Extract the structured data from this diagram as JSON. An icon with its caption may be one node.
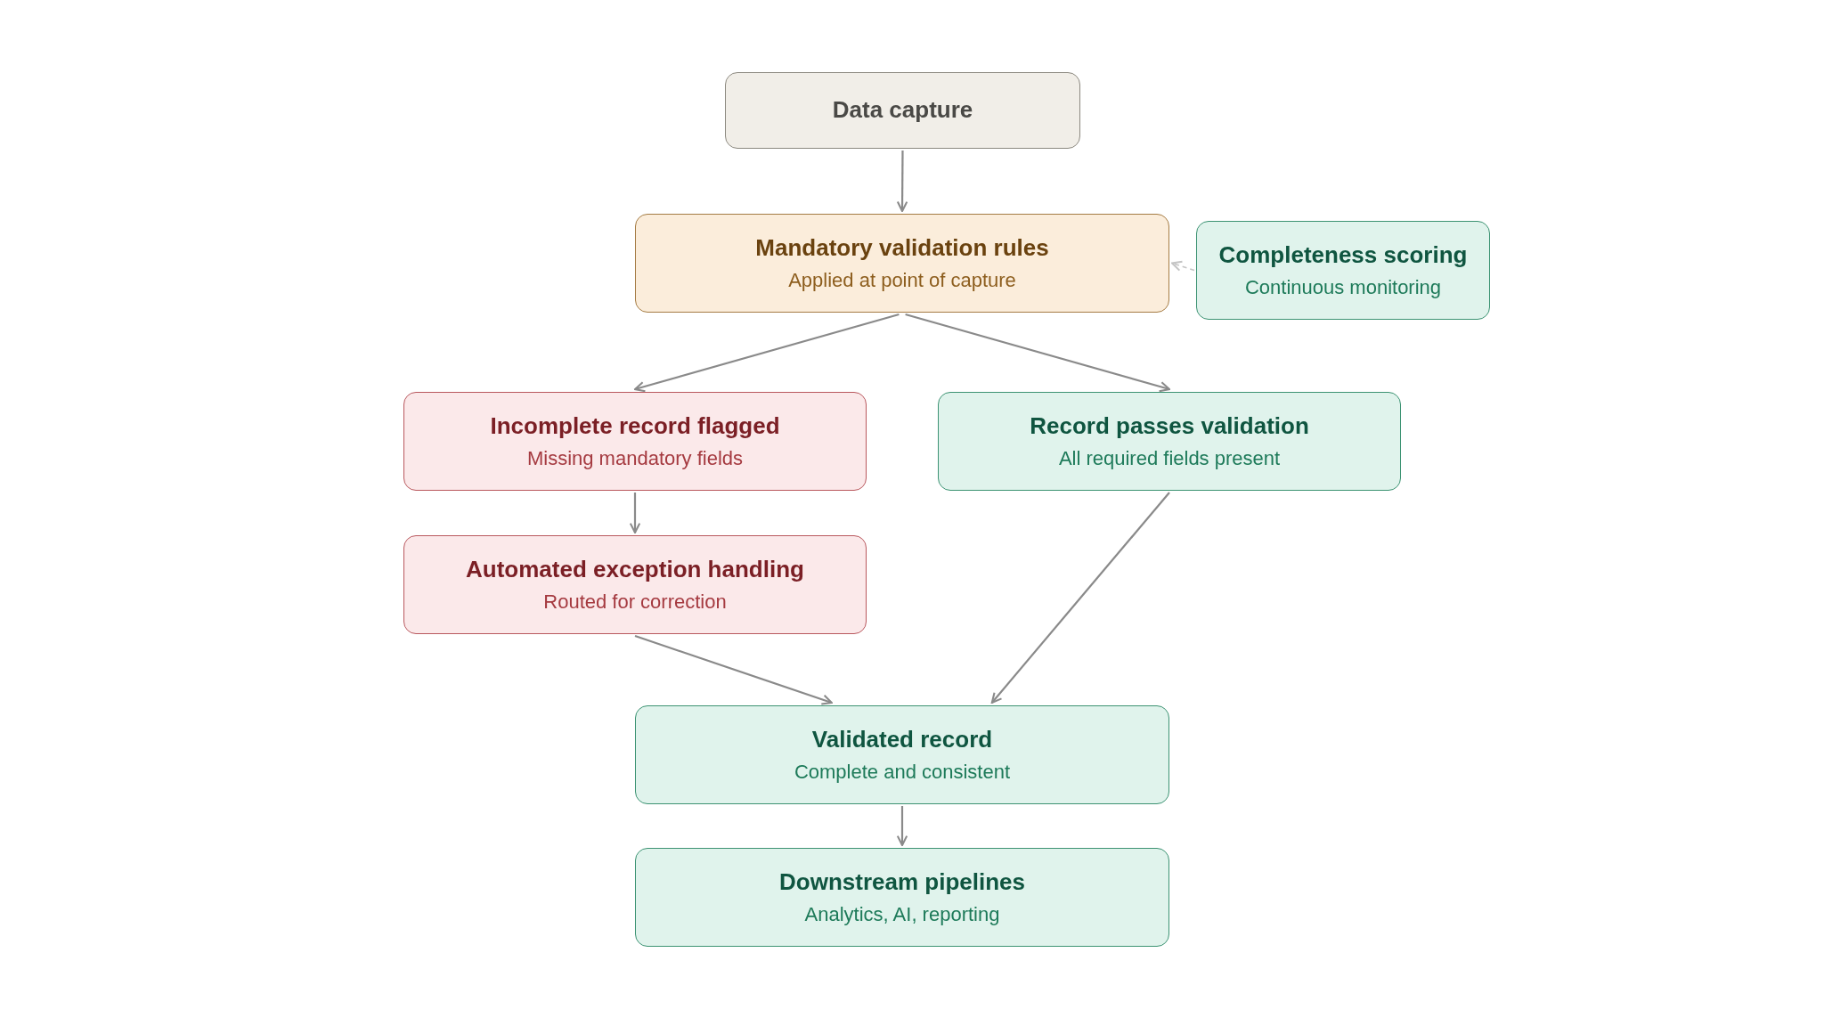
{
  "diagram": {
    "nodes": [
      {
        "text": [
          "Data capture"
        ]
      },
      {
        "text": [
          "Mandatory validation rules",
          "Applied at point of capture"
        ]
      },
      {
        "text": [
          "Completeness scoring",
          "Continuous monitoring"
        ]
      },
      {
        "text": [
          "Incomplete record flagged",
          "Missing mandatory fields"
        ]
      },
      {
        "text": [
          "Record passes validation",
          "All required fields present"
        ]
      },
      {
        "text": [
          "Automated exception handling",
          "Routed for correction"
        ]
      },
      {
        "text": [
          "Validated record",
          "Complete and consistent"
        ]
      },
      {
        "text": [
          "Downstream pipelines",
          "Analytics, AI, reporting"
        ]
      }
    ],
    "edges": [
      {
        "from": 0,
        "to": 1,
        "arrow": "to"
      },
      {
        "from": 1,
        "to": 3,
        "arrow": "to"
      },
      {
        "from": 1,
        "to": 4,
        "arrow": "to"
      },
      {
        "from": 2,
        "to": 1,
        "arrow": "to",
        "style": "dashed",
        "color": "#c4c4c4"
      },
      {
        "from": 3,
        "to": 5,
        "arrow": "to"
      },
      {
        "from": 5,
        "to": 6,
        "arrow": "to"
      },
      {
        "from": 4,
        "to": 6,
        "arrow": "to"
      },
      {
        "from": 6,
        "to": 7,
        "arrow": "to"
      }
    ]
  }
}
